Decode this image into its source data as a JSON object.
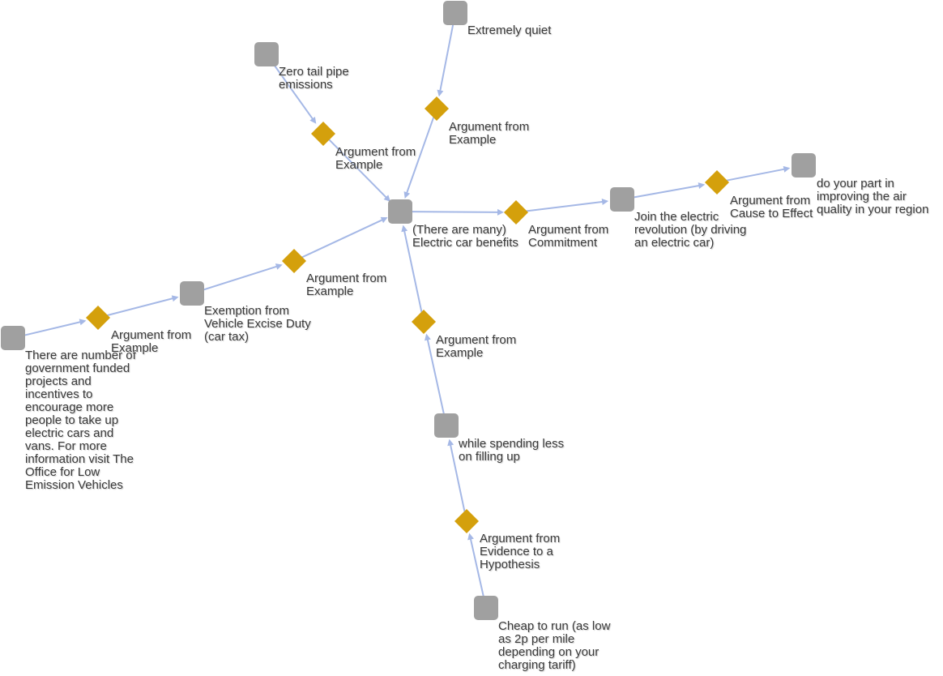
{
  "colors": {
    "node": "#a0a0a0",
    "scheme": "#d4a00c",
    "edge": "#a5b8e6",
    "text": "#3a3a3a"
  },
  "nodes": {
    "claim": "(There are many)\nElectric car benefits",
    "quiet": "Extremely quiet",
    "emissions": "Zero tail pipe\nemissions",
    "join": "Join the electric\nrevolution (by driving\nan electric car)",
    "part": "do your part in\nimproving the air\nquality in your region",
    "exemption": "Exemption from\nVehicle Excise Duty\n(car tax)",
    "funded": "There are number of\ngovernment funded\nprojects and\nincentives to\nencourage more\npeople to take up\nelectric cars and\nvans. For more\ninformation visit The\nOffice for Low\nEmission Vehicles",
    "spending": "while spending less\non filling up",
    "cheap": "Cheap to run (as low\nas 2p per mile\ndepending on your\ncharging tariff)"
  },
  "schemes": {
    "s_emissions": "Argument from\nExample",
    "s_quiet": "Argument from\nExample",
    "s_commit": "Argument from\nCommitment",
    "s_cause": "Argument from\nCause to Effect",
    "s_exemption": "Argument from\nExample",
    "s_funded": "Argument from\nExample",
    "s_spending": "Argument from\nExample",
    "s_evidence": "Argument from\nEvidence to a\nHypothesis"
  }
}
